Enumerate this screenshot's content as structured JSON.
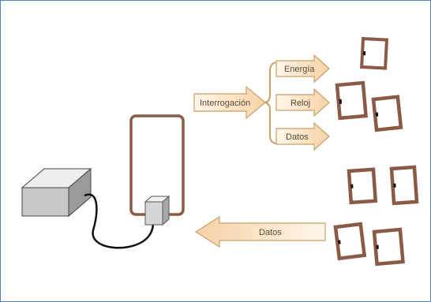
{
  "labels": {
    "interrogation": "Interrogación",
    "energy": "Energía",
    "clock": "Reloj",
    "data_out": "Datos",
    "data_in": "Datos"
  },
  "colors": {
    "frame_border": "#4f81bd",
    "arrow_fill": "#fbe3c4",
    "arrow_stroke": "#c8a06a",
    "tag_frame": "#8b5a45",
    "antenna_loop": "#8b5a45",
    "reader_box": "#d3d3d3",
    "cable": "#111111"
  },
  "icons": {
    "reader": "reader-device-icon",
    "antenna": "antenna-loop-icon",
    "tag": "rfid-tag-icon"
  }
}
